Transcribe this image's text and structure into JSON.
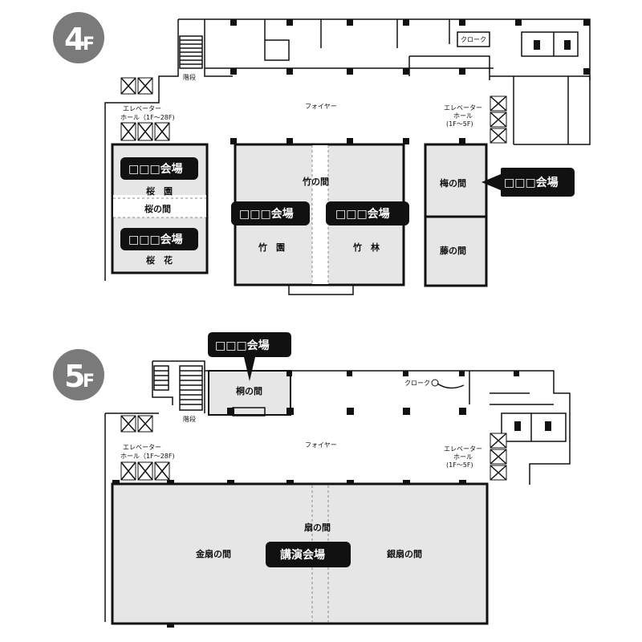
{
  "floors": [
    {
      "id": "4F",
      "label_num": "4",
      "label_suffix": "F",
      "rooms": {
        "sakura_en": "桜　園",
        "sakura_no_ma": "桜の間",
        "sakura_ka": "桜　花",
        "take_no_ma": "竹の間",
        "chikuen": "竹　園",
        "chikurin": "竹　林",
        "ume_no_ma": "梅の間",
        "fuji_no_ma": "藤の間"
      },
      "badges": {
        "sakura_en": "□□□会場",
        "sakura_ka": "□□□会場",
        "chikuen": "□□□会場",
        "chikurin": "□□□会場",
        "ume": "□□□会場"
      },
      "labels": {
        "stairs": "階段",
        "foyer": "フォイヤー",
        "cloak": "クローク",
        "elevator_left_1": "エレベーター",
        "elevator_left_2": "ホール（1F～28F)",
        "elevator_right_1": "エレベーター",
        "elevator_right_2": "ホール",
        "elevator_right_3": "(1F～5F)"
      },
      "icons": [
        "restroom-women-icon",
        "restroom-men-icon"
      ]
    },
    {
      "id": "5F",
      "label_num": "5",
      "label_suffix": "F",
      "rooms": {
        "kiri_no_ma": "桐の間",
        "ougi_no_ma": "扇の間",
        "kinsen_no_ma": "金扇の間",
        "ginsen_no_ma": "銀扇の間"
      },
      "badges": {
        "kiri": "□□□会場",
        "lecture": "講演会場"
      },
      "labels": {
        "stairs": "階段",
        "foyer": "フォイヤー",
        "cloak": "クローク",
        "elevator_left_1": "エレベーター",
        "elevator_left_2": "ホール（1F～28F)",
        "elevator_right_1": "エレベーター",
        "elevator_right_2": "ホール",
        "elevator_right_3": "(1F～5F)"
      },
      "icons": [
        "restroom-women-icon",
        "restroom-men-icon"
      ]
    }
  ],
  "colors": {
    "room_fill": "#e6e6e6",
    "badge_fill": "#111111",
    "floor_circle": "#7a7a7a"
  }
}
